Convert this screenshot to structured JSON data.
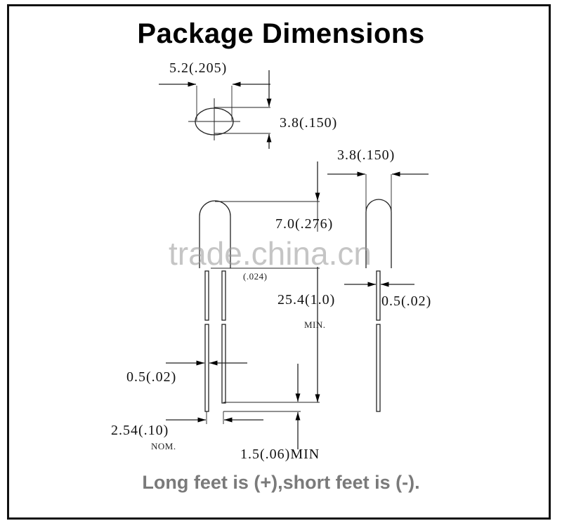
{
  "title": "Package Dimensions",
  "footer": "Long feet is (+),short feet is (-).",
  "watermark": "trade.china.cn",
  "dimensions": {
    "top_width": "5.2(.205)",
    "top_height": "3.8(.150)",
    "side_width": "3.8(.150)",
    "body_height": "7.0(.276)",
    "small_024": "(.024)",
    "lead_length": "25.4(1.0)",
    "lead_length_note": "MIN.",
    "side_lead": "0.5(.02)",
    "lead_width": "0.5(.02)",
    "spacing": "2.54(.10)",
    "spacing_note": "NOM.",
    "standoff": "1.5(.06)MIN"
  }
}
